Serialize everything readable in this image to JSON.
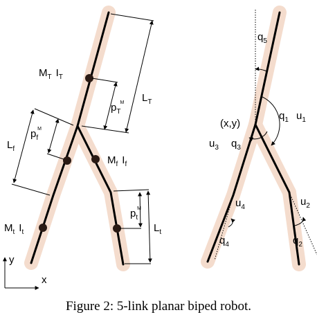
{
  "figure": {
    "caption": "Figure 2: 5-link planar biped robot.",
    "left_diagram": {
      "torso": {
        "mass": "M",
        "mass_sub": "T",
        "inertia": "I",
        "inertia_sub": "T",
        "com_dist": "p",
        "com_dist_sub": "T",
        "com_dist_sup": "M",
        "length": "L",
        "length_sub": "T"
      },
      "femur": {
        "mass": "M",
        "mass_sub": "f",
        "inertia": "I",
        "inertia_sub": "f",
        "com_dist": "p",
        "com_dist_sub": "f",
        "com_dist_sup": "M",
        "length": "L",
        "length_sub": "f"
      },
      "tibia": {
        "mass": "M",
        "mass_sub": "t",
        "inertia": "I",
        "inertia_sub": "t",
        "com_dist": "p",
        "com_dist_sub": "t",
        "com_dist_sup": "M",
        "length": "L",
        "length_sub": "t"
      },
      "axes": {
        "x": "x",
        "y": "y"
      }
    },
    "right_diagram": {
      "hip": "(x,y)",
      "angles": {
        "q1": {
          "sym": "q",
          "sub": "1"
        },
        "q2": {
          "sym": "q",
          "sub": "2"
        },
        "q3": {
          "sym": "q",
          "sub": "3"
        },
        "q4": {
          "sym": "q",
          "sub": "4"
        },
        "q5": {
          "sym": "q",
          "sub": "5"
        }
      },
      "torques": {
        "u1": {
          "sym": "u",
          "sub": "1"
        },
        "u2": {
          "sym": "u",
          "sub": "2"
        },
        "u3": {
          "sym": "u",
          "sub": "3"
        },
        "u4": {
          "sym": "u",
          "sub": "4"
        }
      }
    },
    "colors": {
      "link_shadow": "#f4dccd",
      "link": "#000000"
    }
  }
}
